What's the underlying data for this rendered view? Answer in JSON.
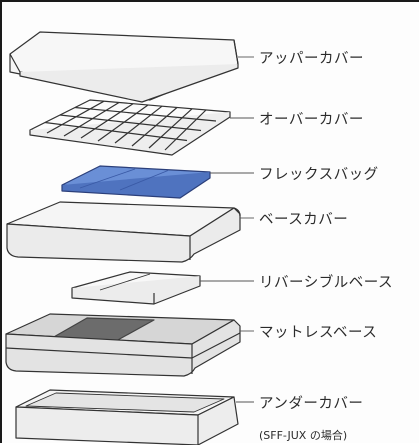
{
  "labels": [
    {
      "id": "upper-cover",
      "text": "アッパーカバー"
    },
    {
      "id": "over-cover",
      "text": "オーバーカバー"
    },
    {
      "id": "flex-bag",
      "text": "フレックスバッグ"
    },
    {
      "id": "base-cover",
      "text": "ベースカバー"
    },
    {
      "id": "reversible-base",
      "text": "リバーシブルベース"
    },
    {
      "id": "mattress-base",
      "text": "マットレスベース"
    },
    {
      "id": "under-cover",
      "text": "アンダーカバー"
    }
  ],
  "note": "(SFF-JUX の場合)",
  "colors": {
    "flex_bag": "#6a8fd6",
    "outline": "#333333",
    "mattress_dark": "#6c6c6c",
    "mattress_light": "#d6d6d6"
  }
}
